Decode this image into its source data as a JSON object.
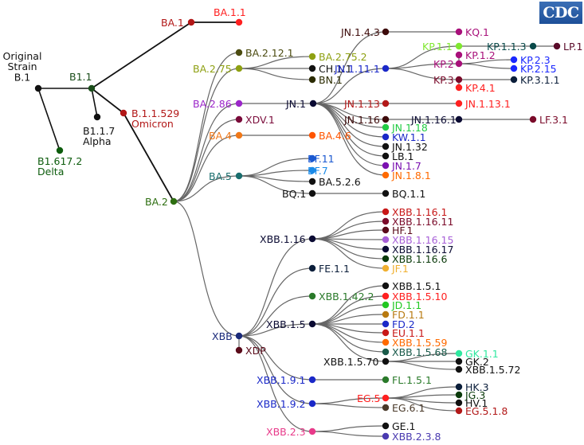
{
  "logo": {
    "text": "CDC",
    "color": "#2a5ca8"
  },
  "nodes": [
    {
      "id": "B.1",
      "label": "Original\nStrain\nB.1",
      "color": "#111111"
    },
    {
      "id": "B.1.1",
      "label": "B1.1",
      "color": "#1a4d1a"
    },
    {
      "id": "B.1.617.2",
      "label": "B1.617.2\nDelta",
      "color": "#0d5c0d"
    },
    {
      "id": "B.1.1.7",
      "label": "B1.1.7\nAlpha",
      "color": "#111111"
    },
    {
      "id": "B.1.1.529",
      "label": "B.1.1.529\nOmicron",
      "color": "#b21818"
    },
    {
      "id": "BA.1",
      "label": "BA.1",
      "color": "#b21818"
    },
    {
      "id": "BA.1.1",
      "label": "BA.1.1",
      "color": "#ff2020"
    },
    {
      "id": "BA.2",
      "label": "BA.2",
      "color": "#2d6e10"
    },
    {
      "id": "BA.2.12.1",
      "label": "BA.2.12.1",
      "color": "#4b4b10"
    },
    {
      "id": "BA.2.75",
      "label": "BA.2.75",
      "color": "#8ea012"
    },
    {
      "id": "BA.2.75.2",
      "label": "BA.2.75.2",
      "color": "#8ea012"
    },
    {
      "id": "CH.1.1",
      "label": "CH.1.1",
      "color": "#111111"
    },
    {
      "id": "BN.1",
      "label": "BN.1",
      "color": "#2b2b00"
    },
    {
      "id": "BA.2.86",
      "label": "BA.2.86",
      "color": "#9b26c9"
    },
    {
      "id": "JN.1",
      "label": "JN.1",
      "color": "#0b0b33"
    },
    {
      "id": "JN.1.4.3",
      "label": "JN.1.4.3",
      "color": "#3d0a0a"
    },
    {
      "id": "KQ.1",
      "label": "KQ.1",
      "color": "#a8107a"
    },
    {
      "id": "JN.1.11.1",
      "label": "JN.1.11.1",
      "color": "#1a28c8"
    },
    {
      "id": "KP.1.1",
      "label": "KP.1.1",
      "color": "#80e830"
    },
    {
      "id": "KP.1.1.3",
      "label": "KP.1.1.3",
      "color": "#0a4a4a"
    },
    {
      "id": "LP.1",
      "label": "LP.1",
      "color": "#5a0b2a"
    },
    {
      "id": "KP.2",
      "label": "KP.2",
      "color": "#a8107a"
    },
    {
      "id": "KP.2.3",
      "label": "KP.2.3",
      "color": "#1a28ff"
    },
    {
      "id": "KP.2.15",
      "label": "KP.2.15",
      "color": "#1a28ff"
    },
    {
      "id": "KP.1.2",
      "label": "KP.1.2",
      "color": "#a8107a"
    },
    {
      "id": "KP.3",
      "label": "KP.3",
      "color": "#7a0b2a"
    },
    {
      "id": "KP.3.1.1",
      "label": "KP.3.1.1",
      "color": "#0b1e3a"
    },
    {
      "id": "KP.4.1",
      "label": "KP.4.1",
      "color": "#ff2020"
    },
    {
      "id": "JN.1.13",
      "label": "JN.1.13",
      "color": "#b21818"
    },
    {
      "id": "JN.1.13.1",
      "label": "JN.1.13.1",
      "color": "#ff2020"
    },
    {
      "id": "JN.1.16",
      "label": "JN.1.16",
      "color": "#3d0a0a"
    },
    {
      "id": "JN.1.16.1",
      "label": "JN.1.16.1",
      "color": "#0b0b33"
    },
    {
      "id": "LF.3.1",
      "label": "LF.3.1",
      "color": "#7a0b2a"
    },
    {
      "id": "JN.1.18",
      "label": "JN.1.18",
      "color": "#22cc44"
    },
    {
      "id": "KW.1.1",
      "label": "KW.1.1",
      "color": "#1a28c8"
    },
    {
      "id": "JN.1.32",
      "label": "JN.1.32",
      "color": "#111111"
    },
    {
      "id": "LB.1",
      "label": "LB.1",
      "color": "#111111"
    },
    {
      "id": "JN.1.7",
      "label": "JN.1.7",
      "color": "#7a10b0"
    },
    {
      "id": "JN.1.8.1",
      "label": "JN.1.8.1",
      "color": "#ff6a00"
    },
    {
      "id": "XDV.1",
      "label": "XDV.1",
      "color": "#7a0b3a"
    },
    {
      "id": "BA.4",
      "label": "BA.4",
      "color": "#f07818"
    },
    {
      "id": "BA.4.6",
      "label": "BA.4.6",
      "color": "#ff5500"
    },
    {
      "id": "BA.5",
      "label": "BA.5",
      "color": "#1a6e6e"
    },
    {
      "id": "BF.11",
      "label": "BF.11",
      "color": "#1a58d0"
    },
    {
      "id": "BF.7",
      "label": "BF.7",
      "color": "#1a8ae8"
    },
    {
      "id": "BA.5.2.6",
      "label": "BA.5.2.6",
      "color": "#111111"
    },
    {
      "id": "BQ.1",
      "label": "BQ.1",
      "color": "#111111"
    },
    {
      "id": "BQ.1.1",
      "label": "BQ.1.1",
      "color": "#111111"
    },
    {
      "id": "XBB",
      "label": "XBB",
      "color": "#1a2a7a"
    },
    {
      "id": "XBB.1.16",
      "label": "XBB.1.16",
      "color": "#0b0b33"
    },
    {
      "id": "XBB.1.16.1",
      "label": "XBB.1.16.1",
      "color": "#c81818"
    },
    {
      "id": "XBB.1.16.11",
      "label": "XBB.1.16.11",
      "color": "#7a0b2a"
    },
    {
      "id": "HF.1",
      "label": "HF.1",
      "color": "#5a0b1a"
    },
    {
      "id": "XBB.1.16.15",
      "label": "XBB.1.16.15",
      "color": "#a860d8"
    },
    {
      "id": "XBB.1.16.17",
      "label": "XBB.1.16.17",
      "color": "#0b0b33"
    },
    {
      "id": "XBB.1.16.6",
      "label": "XBB.1.16.6",
      "color": "#0a3a0a"
    },
    {
      "id": "JF.1",
      "label": "JF.1",
      "color": "#f0b030"
    },
    {
      "id": "FE.1.1",
      "label": "FE.1.1",
      "color": "#0b1e3a"
    },
    {
      "id": "XBB.1.42.2",
      "label": "XBB.1.42.2",
      "color": "#2a7a2a"
    },
    {
      "id": "XBB.1.5",
      "label": "XBB.1.5",
      "color": "#0b0b33"
    },
    {
      "id": "XBB.1.5.1",
      "label": "XBB.1.5.1",
      "color": "#111111"
    },
    {
      "id": "XBB.1.5.10",
      "label": "XBB.1.5.10",
      "color": "#ff2020"
    },
    {
      "id": "JD.1.1",
      "label": "JD.1.1",
      "color": "#22c822"
    },
    {
      "id": "FD.1.1",
      "label": "FD.1.1",
      "color": "#b87a10"
    },
    {
      "id": "FD.2",
      "label": "FD.2",
      "color": "#1a28c8"
    },
    {
      "id": "EU.1.1",
      "label": "EU.1.1",
      "color": "#c81818"
    },
    {
      "id": "XBB.1.5.59",
      "label": "XBB.1.5.59",
      "color": "#ff6a00"
    },
    {
      "id": "XBB.1.5.68",
      "label": "XBB.1.5.68",
      "color": "#1a5a4a"
    },
    {
      "id": "XBB.1.5.70",
      "label": "XBB.1.5.70",
      "color": "#111111"
    },
    {
      "id": "GK.1.1",
      "label": "GK.1.1",
      "color": "#30e8a0"
    },
    {
      "id": "GK.2",
      "label": "GK.2",
      "color": "#111111"
    },
    {
      "id": "XBB.1.5.72",
      "label": "XBB.1.5.72",
      "color": "#111111"
    },
    {
      "id": "XDP",
      "label": "XDP",
      "color": "#5a0b1a"
    },
    {
      "id": "XBB.1.9.1",
      "label": "XBB.1.9.1",
      "color": "#1a28c8"
    },
    {
      "id": "FL.1.5.1",
      "label": "FL.1.5.1",
      "color": "#2a7a2a"
    },
    {
      "id": "XBB.1.9.2",
      "label": "XBB.1.9.2",
      "color": "#1a28c8"
    },
    {
      "id": "EG.5",
      "label": "EG.5",
      "color": "#ff2020"
    },
    {
      "id": "HK.3",
      "label": "HK.3",
      "color": "#0b1e3a"
    },
    {
      "id": "JG.3",
      "label": "JG.3",
      "color": "#0a3a0a"
    },
    {
      "id": "HV.1",
      "label": "HV.1",
      "color": "#111111"
    },
    {
      "id": "EG.5.1.8",
      "label": "EG.5.1.8",
      "color": "#b21818"
    },
    {
      "id": "EG.6.1",
      "label": "EG.6.1",
      "color": "#4a3a2a"
    },
    {
      "id": "XBB.2.3",
      "label": "XBB.2.3",
      "color": "#e83a8a"
    },
    {
      "id": "GE.1",
      "label": "GE.1",
      "color": "#111111"
    },
    {
      "id": "XBB.2.3.8",
      "label": "XBB.2.3.8",
      "color": "#4a3ab0"
    }
  ],
  "edges": [
    [
      "B.1",
      "B.1.1"
    ],
    [
      "B.1",
      "B.1.617.2"
    ],
    [
      "B.1.1",
      "B.1.1.7"
    ],
    [
      "B.1.1",
      "B.1.1.529"
    ],
    [
      "B.1.1",
      "BA.1"
    ],
    [
      "BA.1",
      "BA.1.1"
    ],
    [
      "B.1.1.529",
      "BA.2"
    ],
    [
      "BA.2",
      "BA.2.12.1"
    ],
    [
      "BA.2",
      "BA.2.75"
    ],
    [
      "BA.2",
      "BA.2.86"
    ],
    [
      "BA.2",
      "XDV.1"
    ],
    [
      "BA.2",
      "BA.4"
    ],
    [
      "BA.2",
      "BA.5"
    ],
    [
      "BA.2",
      "XBB"
    ],
    [
      "BA.2.75",
      "BA.2.75.2"
    ],
    [
      "BA.2.75",
      "CH.1.1"
    ],
    [
      "BA.2.75",
      "BN.1"
    ],
    [
      "BA.2.86",
      "JN.1"
    ],
    [
      "JN.1",
      "JN.1.4.3"
    ],
    [
      "JN.1",
      "JN.1.11.1"
    ],
    [
      "JN.1",
      "JN.1.13"
    ],
    [
      "JN.1",
      "JN.1.16"
    ],
    [
      "JN.1",
      "JN.1.18"
    ],
    [
      "JN.1",
      "KW.1.1"
    ],
    [
      "JN.1",
      "JN.1.32"
    ],
    [
      "JN.1",
      "LB.1"
    ],
    [
      "JN.1",
      "JN.1.7"
    ],
    [
      "JN.1",
      "JN.1.8.1"
    ],
    [
      "JN.1.4.3",
      "KQ.1"
    ],
    [
      "JN.1.11.1",
      "KP.1.1"
    ],
    [
      "JN.1.11.1",
      "KP.2"
    ],
    [
      "JN.1.11.1",
      "KP.3"
    ],
    [
      "KP.1.1",
      "KP.1.1.3"
    ],
    [
      "KP.1.1.3",
      "LP.1"
    ],
    [
      "KP.2",
      "KP.2.3"
    ],
    [
      "KP.2",
      "KP.2.15"
    ],
    [
      "KP.2",
      "KP.1.2"
    ],
    [
      "KP.3",
      "KP.3.1.1"
    ],
    [
      "KP.3",
      "KP.4.1"
    ],
    [
      "JN.1.13",
      "JN.1.13.1"
    ],
    [
      "JN.1.16",
      "JN.1.16.1"
    ],
    [
      "JN.1.16.1",
      "LF.3.1"
    ],
    [
      "BA.4",
      "BA.4.6"
    ],
    [
      "BA.5",
      "BF.11"
    ],
    [
      "BA.5",
      "BF.7"
    ],
    [
      "BA.5",
      "BA.5.2.6"
    ],
    [
      "BA.5",
      "BQ.1"
    ],
    [
      "BQ.1",
      "BQ.1.1"
    ],
    [
      "XBB",
      "XBB.1.16"
    ],
    [
      "XBB",
      "FE.1.1"
    ],
    [
      "XBB",
      "XBB.1.42.2"
    ],
    [
      "XBB",
      "XBB.1.5"
    ],
    [
      "XBB",
      "XDP"
    ],
    [
      "XBB",
      "XBB.1.9.1"
    ],
    [
      "XBB",
      "XBB.1.9.2"
    ],
    [
      "XBB",
      "XBB.2.3"
    ],
    [
      "XBB.1.16",
      "XBB.1.16.1"
    ],
    [
      "XBB.1.16",
      "XBB.1.16.11"
    ],
    [
      "XBB.1.16",
      "HF.1"
    ],
    [
      "XBB.1.16",
      "XBB.1.16.15"
    ],
    [
      "XBB.1.16",
      "XBB.1.16.17"
    ],
    [
      "XBB.1.16",
      "XBB.1.16.6"
    ],
    [
      "XBB.1.16",
      "JF.1"
    ],
    [
      "XBB.1.5",
      "XBB.1.5.1"
    ],
    [
      "XBB.1.5",
      "XBB.1.5.10"
    ],
    [
      "XBB.1.5",
      "JD.1.1"
    ],
    [
      "XBB.1.5",
      "FD.1.1"
    ],
    [
      "XBB.1.5",
      "FD.2"
    ],
    [
      "XBB.1.5",
      "EU.1.1"
    ],
    [
      "XBB.1.5",
      "XBB.1.5.59"
    ],
    [
      "XBB.1.5",
      "XBB.1.5.68"
    ],
    [
      "XBB.1.5",
      "XBB.1.5.70"
    ],
    [
      "XBB.1.5.70",
      "GK.1.1"
    ],
    [
      "XBB.1.5.70",
      "GK.2"
    ],
    [
      "XBB.1.5.70",
      "XBB.1.5.72"
    ],
    [
      "XBB.1.9.1",
      "FL.1.5.1"
    ],
    [
      "XBB.1.9.2",
      "EG.5"
    ],
    [
      "XBB.1.9.2",
      "EG.6.1"
    ],
    [
      "EG.5",
      "HK.3"
    ],
    [
      "EG.5",
      "JG.3"
    ],
    [
      "EG.5",
      "HV.1"
    ],
    [
      "EG.5",
      "EG.5.1.8"
    ],
    [
      "XBB.2.3",
      "GE.1"
    ],
    [
      "XBB.2.3",
      "XBB.2.3.8"
    ]
  ]
}
